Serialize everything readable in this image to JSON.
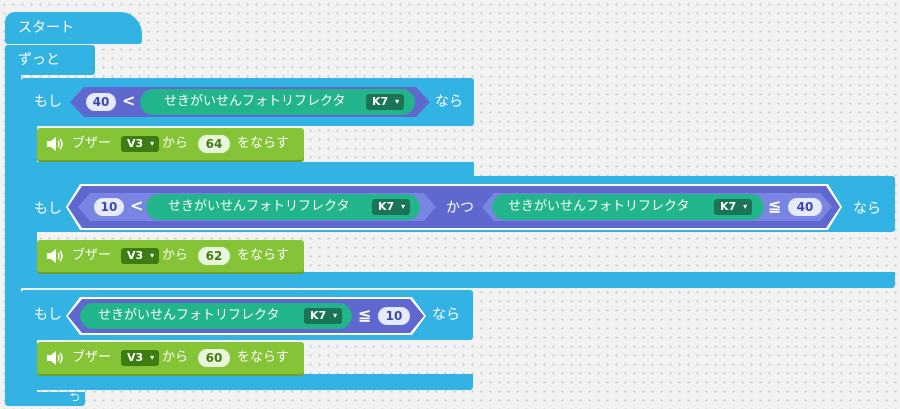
{
  "program": {
    "start_label": "スタート",
    "forever_label": "ずっと",
    "if_label": "もし",
    "then_label": "なら",
    "and_label": "かつ",
    "sensor_label": "せきがいせんフォトリフレクタ",
    "less_than": "<",
    "less_equal": "≦",
    "port_k7": "K7",
    "buzzer_label": "ブザー",
    "port_v3": "V3",
    "from_label": "から",
    "sound_label": "をならす",
    "if1": {
      "left_value": "40",
      "buzzer_value": "64"
    },
    "if2": {
      "left_value": "10",
      "right_value": "40",
      "buzzer_value": "62"
    },
    "if3": {
      "right_value": "10",
      "buzzer_value": "60"
    }
  },
  "icons": {
    "speaker": "speaker-icon",
    "dropdown": "chevron-down-icon",
    "loop_arrow": "loop-arrow-icon"
  },
  "colors": {
    "control": "#33b3e3",
    "sensing": "#22b48b",
    "operator": "#5e68cf",
    "sound": "#85c437"
  }
}
